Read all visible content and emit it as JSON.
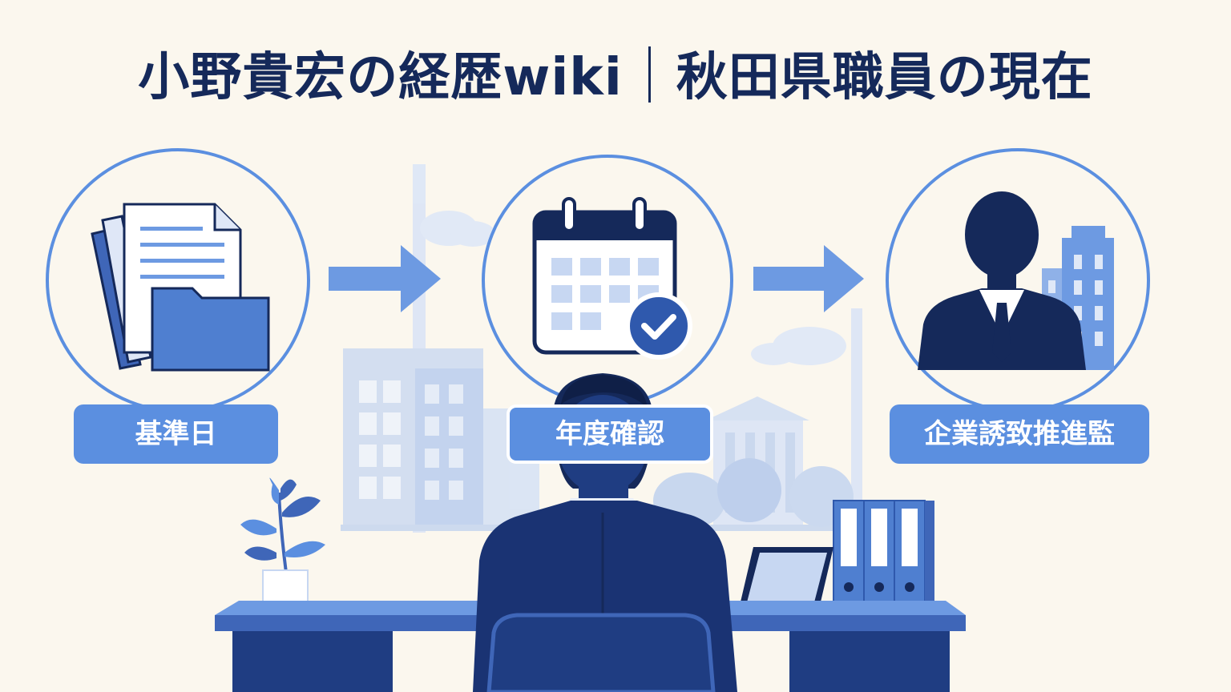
{
  "title": {
    "left": "小野貴宏の経歴wiki",
    "right": "秋田県職員の現在"
  },
  "steps": [
    {
      "label": "基準日",
      "icon": "documents-folder-icon"
    },
    {
      "label": "年度確認",
      "icon": "calendar-check-icon"
    },
    {
      "label": "企業誘致推進監",
      "icon": "businessman-building-icon"
    }
  ],
  "colors": {
    "background": "#fbf7ee",
    "navy": "#15295a",
    "accent_blue": "#5b8fe0",
    "light_blue": "#c7d7f2"
  }
}
